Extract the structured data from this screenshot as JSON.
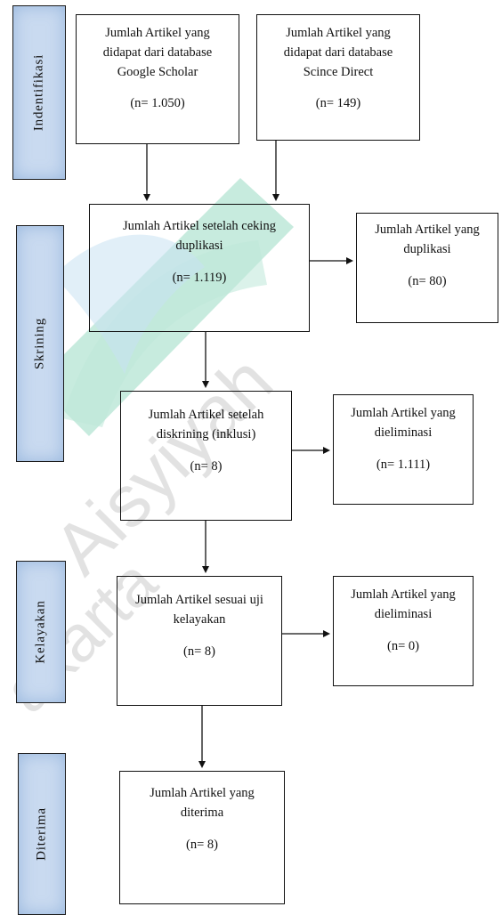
{
  "watermark": {
    "text": "Aisyiyah",
    "text2": "akarta"
  },
  "stages": {
    "identifikasi": "Indentifikasi",
    "skrining": "Skrining",
    "kelayakan": "Kelayakan",
    "diterima": "Diterima"
  },
  "boxes": {
    "google_scholar": {
      "text": "Jumlah Artikel yang didapat dari database Google Scholar",
      "n": "(n= 1.050)"
    },
    "science_direct": {
      "text": "Jumlah Artikel yang didapat dari database Scince Direct",
      "n": "(n= 149)"
    },
    "after_dedup": {
      "text": "Jumlah Artikel setelah ceking duplikasi",
      "n": "(n= 1.119)"
    },
    "duplicates": {
      "text": "Jumlah Artikel yang duplikasi",
      "n": "(n= 80)"
    },
    "after_screening": {
      "text": "Jumlah Artikel setelah diskrining (inklusi)",
      "n": "(n= 8)"
    },
    "eliminated_screening": {
      "text": "Jumlah Artikel yang dieliminasi",
      "n": "(n= 1.111)"
    },
    "eligibility": {
      "text": "Jumlah Artikel sesuai uji kelayakan",
      "n": "(n= 8)"
    },
    "eliminated_eligibility": {
      "text": "Jumlah Artikel yang dieliminasi",
      "n": "(n= 0)"
    },
    "included": {
      "text": "Jumlah Artikel yang diterima",
      "n": "(n= 8)"
    }
  }
}
